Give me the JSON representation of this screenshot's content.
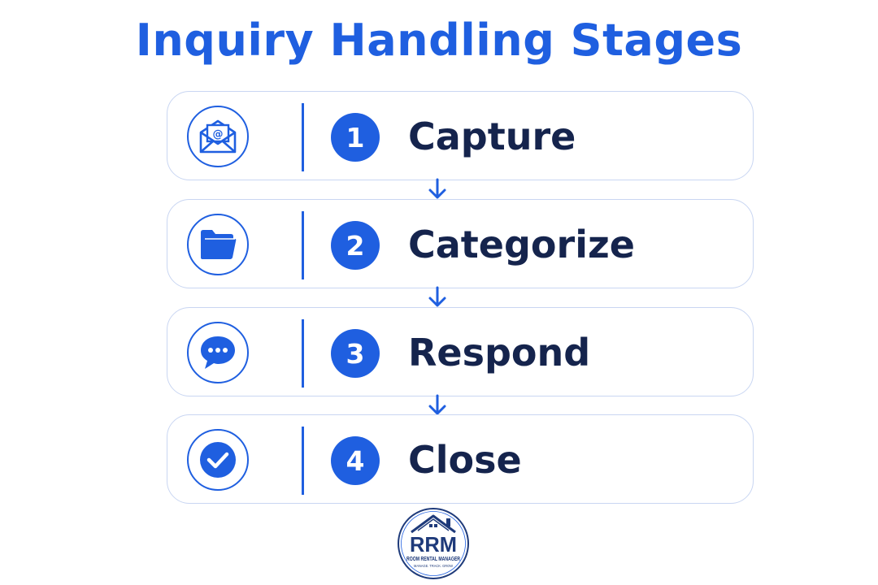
{
  "title": "Inquiry Handling Stages",
  "colors": {
    "accent": "#1f5fe0",
    "label_text": "#15244d",
    "card_border": "#c9d6f2"
  },
  "stages": [
    {
      "number": "1",
      "label": "Capture",
      "icon": "envelope-at-icon"
    },
    {
      "number": "2",
      "label": "Categorize",
      "icon": "folder-icon"
    },
    {
      "number": "3",
      "label": "Respond",
      "icon": "chat-bubble-icon"
    },
    {
      "number": "4",
      "label": "Close",
      "icon": "check-circle-icon"
    }
  ],
  "logo": {
    "monogram": "RRM",
    "name": "ROOM RENTAL MANAGER",
    "tagline": "MANAGE. TRACK. GROW"
  }
}
